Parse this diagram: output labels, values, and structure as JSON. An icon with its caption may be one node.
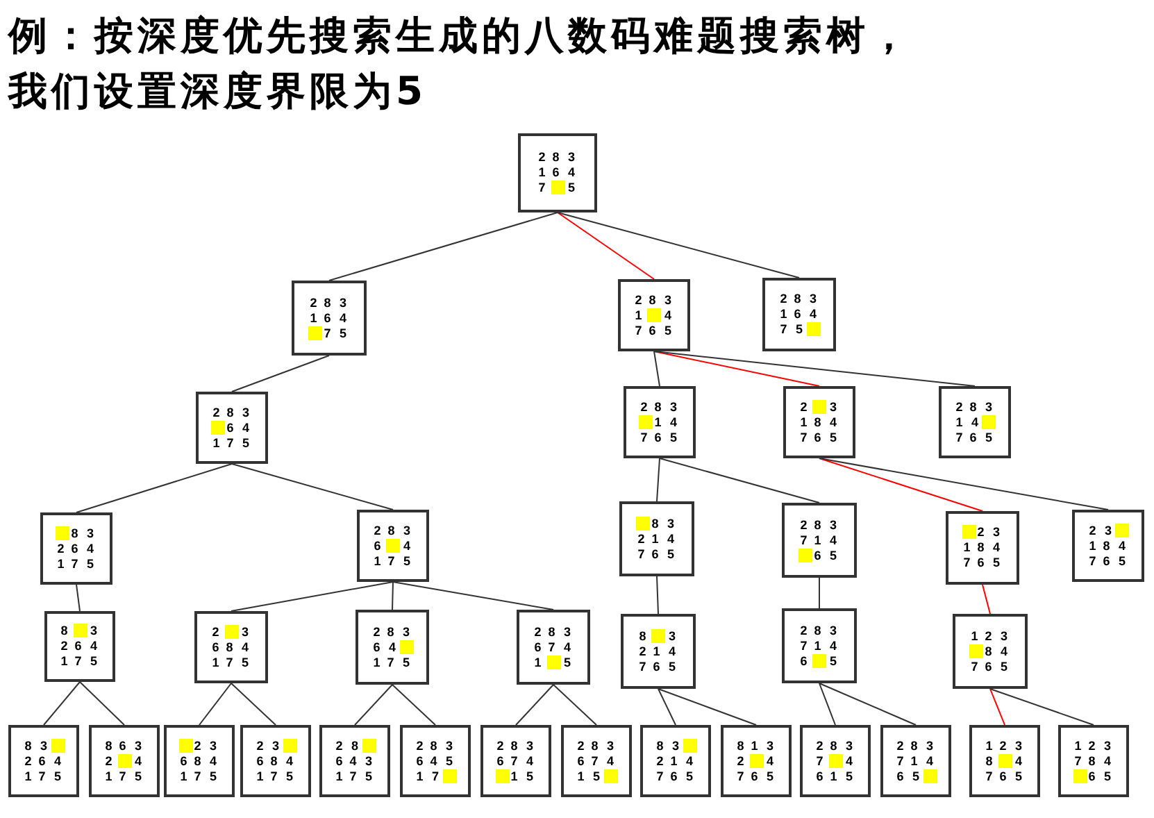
{
  "diagram": {
    "title": "例：按深度优先搜索生成的八数码难题搜索树，我们设置深度界限为5",
    "nodes": [
      {
        "text": [
          "2 8 3",
          "1 6 4",
          "7 5"
        ]
      },
      {
        "text": [
          "2 8 3",
          "1 6 4",
          "7 5"
        ]
      },
      {
        "text": [
          "2 8 3",
          "1 4",
          "7 6 5"
        ]
      },
      {
        "text": [
          "2 8 3",
          "1 6 4",
          "7 5"
        ]
      },
      {
        "text": [
          "2 8 3",
          "6 4",
          "1 7 5"
        ]
      },
      {
        "text": [
          "2 8 3",
          "1 4",
          "7 6 5"
        ]
      },
      {
        "text": [
          "2 3",
          "1 8 4",
          "7 6 5"
        ]
      },
      {
        "text": [
          "2 8 3",
          "1 4",
          "7 6 5"
        ]
      },
      {
        "text": [
          "8 3",
          "2 6 4",
          "1 7 5"
        ]
      },
      {
        "text": [
          "2 8 3",
          "6 4",
          "1 7 5"
        ]
      },
      {
        "text": [
          "8 3",
          "2 1 4",
          "7 6 5"
        ]
      },
      {
        "text": [
          "2 8 3",
          "7 1 4",
          "6 5"
        ]
      },
      {
        "text": [
          "2 3",
          "1 8 4",
          "7 6 5"
        ]
      },
      {
        "text": [
          "2 3",
          "1 8 4",
          "7 6 5"
        ]
      },
      {
        "text": [
          "8 3",
          "2 6 4",
          "1 7 5"
        ]
      },
      {
        "text": [
          "2 3",
          "6 8 4",
          "1 7 5"
        ]
      },
      {
        "text": [
          "2 8 3",
          "6 4",
          "1 7 5"
        ]
      },
      {
        "text": [
          "2 8 3",
          "6 7 4",
          "1 5"
        ]
      },
      {
        "text": [
          "8 3",
          "2 1 4",
          "7 6 5"
        ]
      },
      {
        "text": [
          "2 8 3",
          "7 1 4",
          "6 5"
        ]
      },
      {
        "text": [
          "1 2 3",
          "8 4",
          "7 6 5"
        ]
      },
      {
        "text": [
          "8 3",
          "2 6 4",
          "1 7 5"
        ]
      },
      {
        "text": [
          "8 6 3",
          "2 4",
          "1 7 5"
        ]
      },
      {
        "text": [
          "2 3",
          "6 8 4",
          "1 7 5"
        ]
      },
      {
        "text": [
          "2 3",
          "6 8 4",
          "1 7 5"
        ]
      },
      {
        "text": [
          "2 8",
          "6 4 3",
          "1 7 5"
        ]
      },
      {
        "text": [
          "2 8 3",
          "6 4 5",
          "1 7"
        ]
      },
      {
        "text": [
          "2 8 3",
          "6 7 4",
          "1 5"
        ]
      },
      {
        "text": [
          "2 8 3",
          "6 7 4",
          "1 5"
        ]
      },
      {
        "text": [
          "8 3",
          "2 1 4",
          "7 6 5"
        ]
      },
      {
        "text": [
          "8 1 3",
          "2 4",
          "7 6 5"
        ]
      },
      {
        "text": [
          "2 8 3",
          "7 4",
          "6 1 5"
        ]
      },
      {
        "text": [
          "2 8 3",
          "7 1 4",
          "6 5"
        ]
      },
      {
        "text": [
          "1 2 3",
          "8 4",
          "7 6 5"
        ]
      },
      {
        "text": [
          "1 2 3",
          "7 8 4",
          "6 5"
        ]
      }
    ],
    "edges": [
      {
        "from": 0,
        "to": 1,
        "arrow": "none"
      },
      {
        "from": 0,
        "to": 2,
        "arrow": "none",
        "color": "#ff0000"
      },
      {
        "from": 0,
        "to": 3,
        "arrow": "none"
      },
      {
        "from": 1,
        "to": 4,
        "arrow": "none"
      },
      {
        "from": 2,
        "to": 5,
        "arrow": "none"
      },
      {
        "from": 2,
        "to": 6,
        "arrow": "none",
        "color": "#ff0000"
      },
      {
        "from": 2,
        "to": 7,
        "arrow": "none"
      },
      {
        "from": 4,
        "to": 8,
        "arrow": "none"
      },
      {
        "from": 4,
        "to": 9,
        "arrow": "none"
      },
      {
        "from": 5,
        "to": 10,
        "arrow": "none"
      },
      {
        "from": 5,
        "to": 11,
        "arrow": "none"
      },
      {
        "from": 6,
        "to": 12,
        "arrow": "none",
        "color": "#ff0000"
      },
      {
        "from": 6,
        "to": 13,
        "arrow": "none"
      },
      {
        "from": 8,
        "to": 14,
        "arrow": "none"
      },
      {
        "from": 9,
        "to": 15,
        "arrow": "none"
      },
      {
        "from": 9,
        "to": 16,
        "arrow": "none"
      },
      {
        "from": 9,
        "to": 17,
        "arrow": "none"
      },
      {
        "from": 10,
        "to": 18,
        "arrow": "none"
      },
      {
        "from": 11,
        "to": 19,
        "arrow": "none"
      },
      {
        "from": 12,
        "to": 20,
        "arrow": "none",
        "color": "#ff0000"
      },
      {
        "from": 14,
        "to": 21,
        "arrow": "none"
      },
      {
        "from": 14,
        "to": 22,
        "arrow": "none"
      },
      {
        "from": 15,
        "to": 23,
        "arrow": "none"
      },
      {
        "from": 15,
        "to": 24,
        "arrow": "none"
      },
      {
        "from": 16,
        "to": 25,
        "arrow": "none"
      },
      {
        "from": 16,
        "to": 26,
        "arrow": "none"
      },
      {
        "from": 17,
        "to": 27,
        "arrow": "none"
      },
      {
        "from": 17,
        "to": 28,
        "arrow": "none"
      },
      {
        "from": 18,
        "to": 29,
        "arrow": "none"
      },
      {
        "from": 18,
        "to": 30,
        "arrow": "none"
      },
      {
        "from": 19,
        "to": 31,
        "arrow": "none"
      },
      {
        "from": 19,
        "to": 32,
        "arrow": "none"
      },
      {
        "from": 20,
        "to": 33,
        "arrow": "none",
        "color": "#ff0000"
      },
      {
        "from": 20,
        "to": 34,
        "arrow": "none"
      }
    ]
  }
}
